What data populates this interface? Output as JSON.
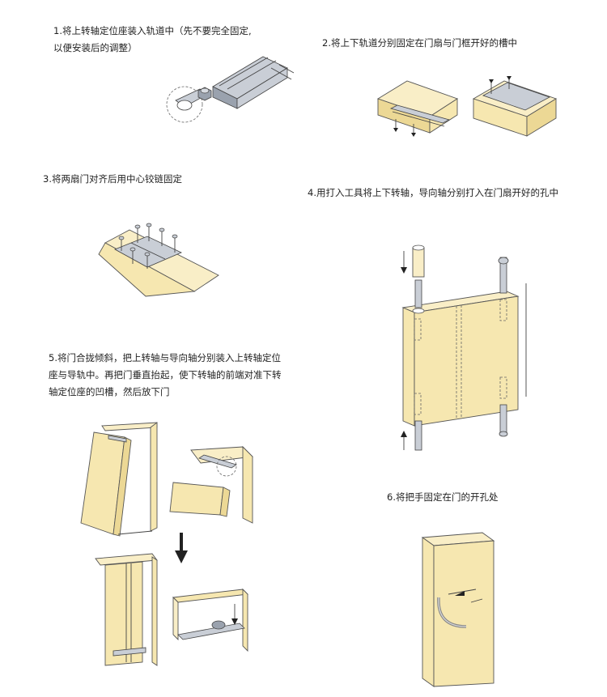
{
  "steps": [
    {
      "line1": "1.将上转轴定位座装入轨道中（先不要完全固定,",
      "line2": "以便安装后的调整）"
    },
    {
      "line1": "2.将上下轨道分别固定在门扇与门框开好的槽中"
    },
    {
      "line1": "3.将两扇门对齐后用中心铰链固定"
    },
    {
      "line1": "4.用打入工具将上下转轴，导向轴分别打入在门扇开好的孔中"
    },
    {
      "line1": "5.将门合拢倾斜，把上转轴与导向轴分别装入上转轴定位",
      "line2": "座与导轨中。再把门垂直抬起，使下转轴的前端对准下转",
      "line3": "轴定位座的凹槽，然后放下门"
    },
    {
      "line1": "6.将把手固定在门的开孔处"
    }
  ],
  "colors": {
    "wood": "#f6e7b0",
    "metal": "#c9ced6",
    "outline": "#555555"
  }
}
